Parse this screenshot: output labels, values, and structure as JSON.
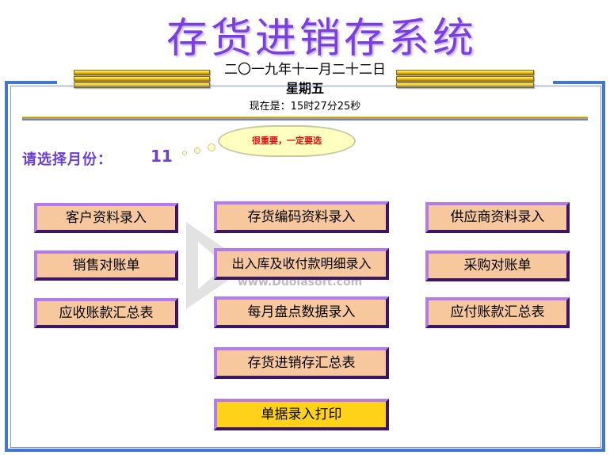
{
  "header": {
    "title": "存货进销存系统",
    "date_text": "二〇一九年十一月二十二日",
    "weekday_text": "星期五",
    "time_text": "现在是：15时27分25秒"
  },
  "cloud_tip": "很重要，一定要选",
  "month_selector": {
    "label": "请选择月份：",
    "value": "11"
  },
  "buttons": {
    "customer_entry": "客户资料录入",
    "inventory_code_entry": "存货编码资料录入",
    "supplier_entry": "供应商资料录入",
    "sales_statement": "销售对账单",
    "inout_payment_entry": "出入库及收付款明细录入",
    "purchase_statement": "采购对账单",
    "receivables_summary": "应收账款汇总表",
    "monthly_stocktake_entry": "每月盘点数据录入",
    "payables_summary": "应付账款汇总表",
    "inventory_summary": "存货进销存汇总表",
    "document_print": "单据录入打印"
  },
  "watermark": "www.Duolasoft.com",
  "colors": {
    "title": "#7B3FE0",
    "button_face": "#f7c89e",
    "button_highlight": "#ffd21a",
    "button_border_light": "#b27de8",
    "button_border_dark": "#3a1568",
    "frame": "#4477cc",
    "tip_text": "#e01010"
  }
}
